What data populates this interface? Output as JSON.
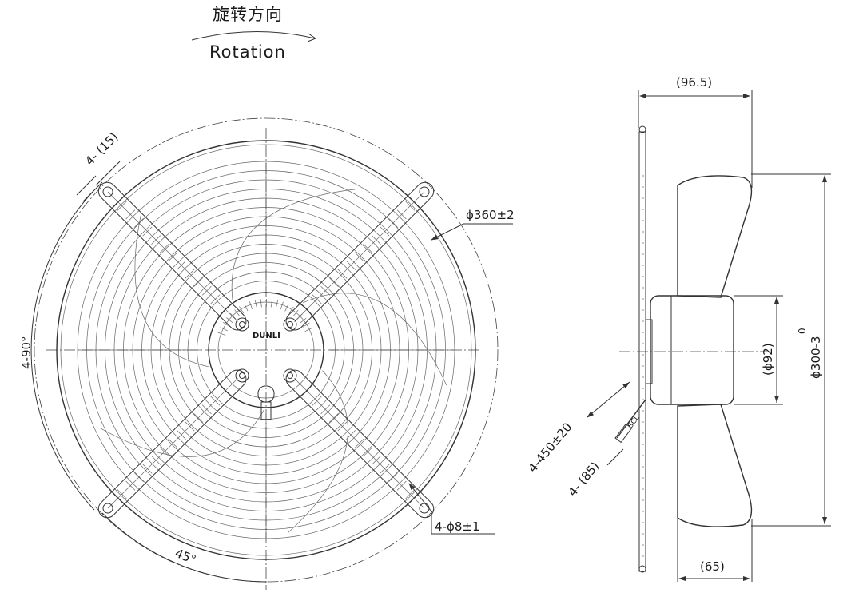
{
  "header": {
    "rotation_cn": "旋转方向",
    "rotation_en": "Rotation"
  },
  "front_view": {
    "label_grid_spacing": "4- (15)",
    "label_outer_diameter": "ϕ360±2",
    "label_angle_90": "4-90°",
    "label_angle_45": "45°",
    "label_holes": "4-ϕ8±1",
    "brand": "DUNLI"
  },
  "side_view": {
    "label_depth": "(96.5)",
    "label_motor_diameter": "(ϕ92)",
    "label_fan_diameter": "ϕ300-3",
    "label_tolerance_zero": "0",
    "label_cable_length": "4-450±20",
    "label_strip_length": "4- (85)",
    "label_blade_depth": "(65)",
    "cable_tag": "SCL"
  },
  "colors": {
    "line": "#333333",
    "background": "#ffffff"
  }
}
